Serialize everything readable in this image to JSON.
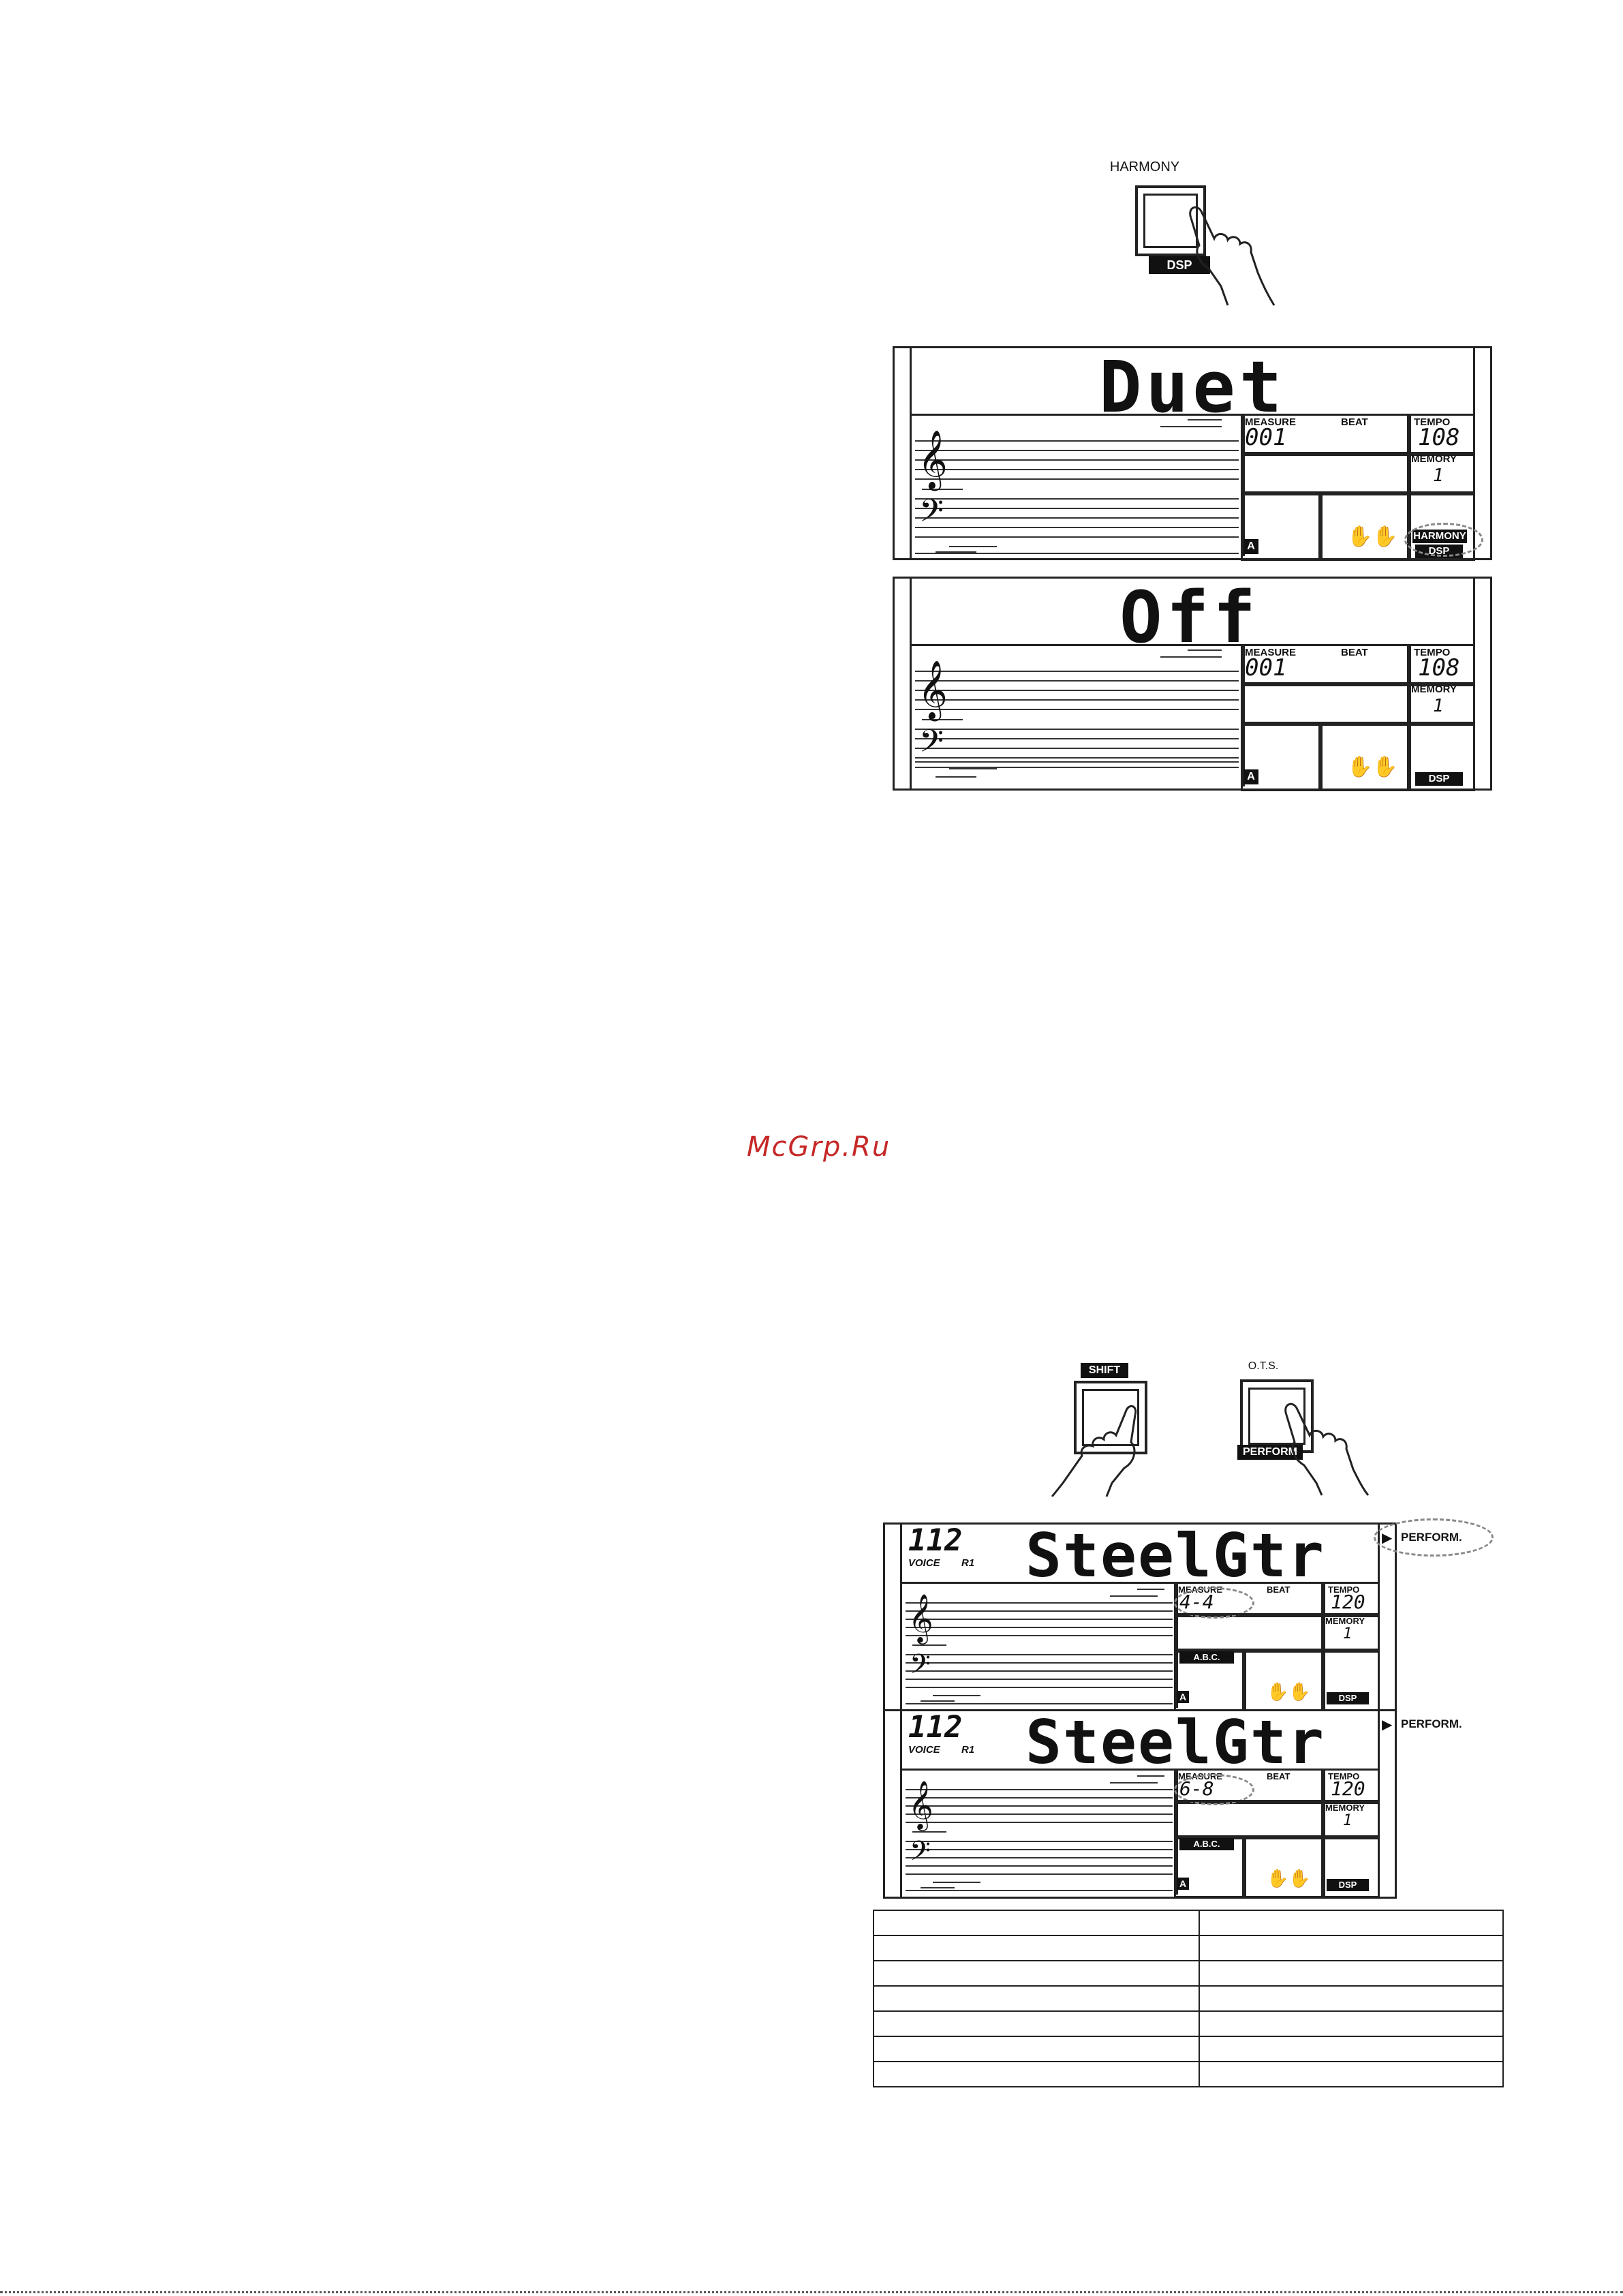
{
  "figure1": {
    "button_label": "HARMONY",
    "button_tag": "DSP"
  },
  "lcd1": {
    "title": "Duet",
    "measure_label": "MEASURE",
    "beat_label": "BEAT",
    "tempo_label": "TEMPO",
    "measure_value": "001",
    "tempo_value": "108",
    "memory_label": "MEMORY",
    "memory_value": "1",
    "a_label": "A",
    "harmony_tag": "HARMONY",
    "dsp_tag": "DSP"
  },
  "lcd2": {
    "title": "Off",
    "measure_label": "MEASURE",
    "beat_label": "BEAT",
    "tempo_label": "TEMPO",
    "measure_value": "001",
    "tempo_value": "108",
    "memory_label": "MEMORY",
    "memory_value": "1",
    "a_label": "A",
    "dsp_tag": "DSP"
  },
  "watermark": "McGrp.Ru",
  "figure2": {
    "shift_tag": "SHIFT",
    "ots_label": "O.T.S.",
    "perform_tag": "PERFORM"
  },
  "lcd3": {
    "voice_number": "112",
    "voice_label": "VOICE",
    "r1_label": "R1",
    "title": "SteelGtr",
    "measure_label": "MEASURE",
    "beat_label": "BEAT",
    "tempo_label": "TEMPO",
    "measure_value": "4-4",
    "tempo_value": "120",
    "memory_label": "MEMORY",
    "memory_value": "1",
    "abc_tag": "A.B.C.",
    "a_label": "A",
    "dsp_tag": "DSP",
    "perform_side": "PERFORM."
  },
  "lcd4": {
    "voice_number": "112",
    "voice_label": "VOICE",
    "r1_label": "R1",
    "title": "SteelGtr",
    "measure_label": "MEASURE",
    "beat_label": "BEAT",
    "tempo_label": "TEMPO",
    "measure_value": "6-8",
    "tempo_value": "120",
    "memory_label": "MEMORY",
    "memory_value": "1",
    "abc_tag": "A.B.C.",
    "a_label": "A",
    "dsp_tag": "DSP",
    "perform_side": "PERFORM."
  },
  "table": {
    "rows": [
      [
        "",
        ""
      ],
      [
        "",
        ""
      ],
      [
        "",
        ""
      ],
      [
        "",
        ""
      ],
      [
        "",
        ""
      ],
      [
        "",
        ""
      ],
      [
        "",
        ""
      ]
    ]
  },
  "icons": {
    "hand": "pointing-hand-icon",
    "treble": "treble-clef-icon",
    "bass": "bass-clef-icon",
    "hands_glyph": "hands-icon",
    "arrow": "play-arrow-icon"
  }
}
